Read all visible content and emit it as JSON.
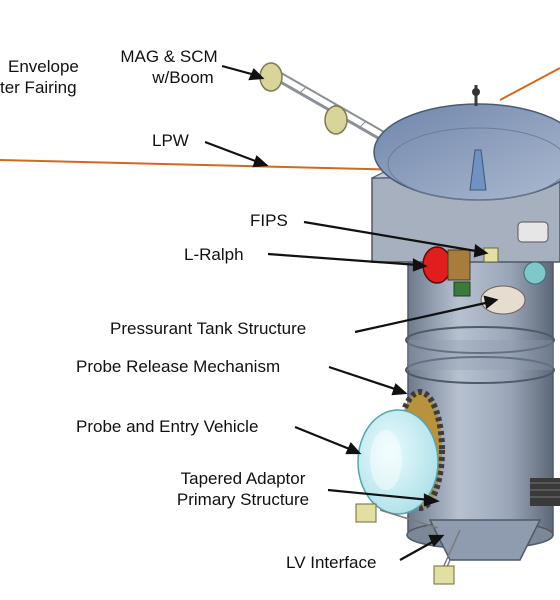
{
  "labels": {
    "envelope_line1": "Envelope",
    "envelope_line2": "ter Fairing",
    "mag_line1": "MAG & SCM",
    "mag_line2": "w/Boom",
    "lpw": "LPW",
    "fips": "FIPS",
    "lralph": "L-Ralph",
    "pressurant_word": "Pressurant",
    "pressurant_rest": " Tank Structure",
    "release": "Probe Release Mechanism",
    "entry": "Probe and Entry Vehicle",
    "tapered_line1": "Tapered Adaptor",
    "tapered_line2": "Primary Structure",
    "lv": "LV Interface"
  },
  "colors": {
    "label_text": "#111111",
    "leader": "#111111",
    "antenna_wire": "#d2691e",
    "body": "#9aa6b8",
    "body_shadow": "#6e7a8c",
    "dish": "#8fa3c4",
    "aeroshell": "#c9eef2",
    "l_ralph_lens": "#e01e1e",
    "mag_sensor": "#d8d49a"
  }
}
